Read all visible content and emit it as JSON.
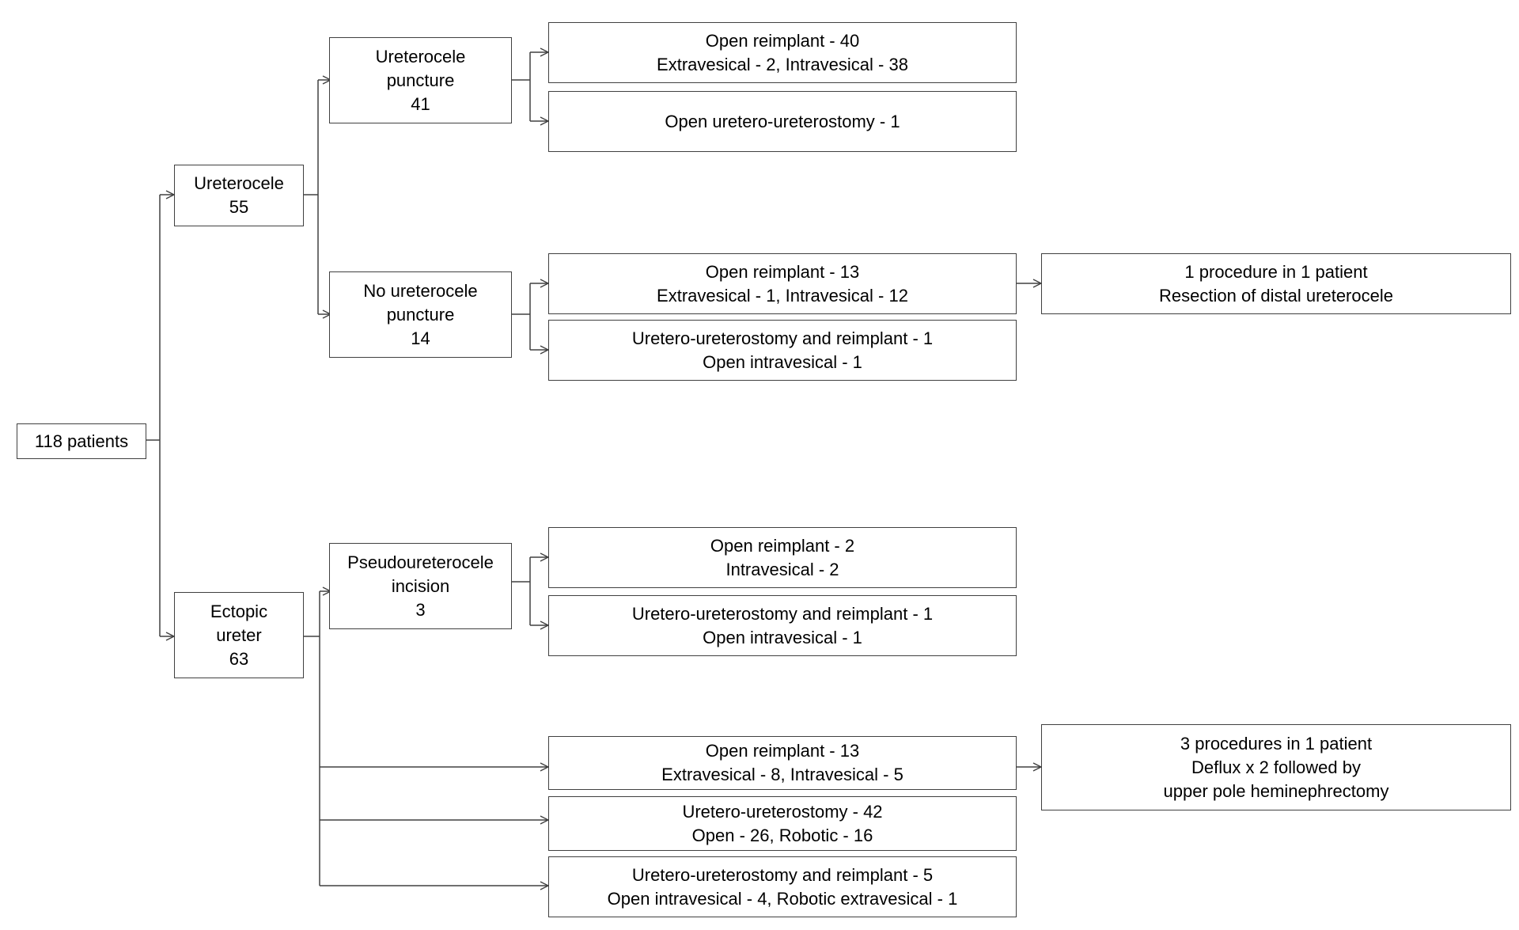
{
  "diagram": {
    "root": {
      "lines": [
        "118 patients"
      ]
    },
    "ureterocele": {
      "lines": [
        "Ureterocele",
        "55"
      ]
    },
    "ectopic": {
      "lines": [
        "Ectopic",
        "ureter",
        "63"
      ]
    },
    "puncture": {
      "lines": [
        "Ureterocele",
        "puncture",
        "41"
      ]
    },
    "no_puncture": {
      "lines": [
        "No ureterocele",
        "puncture",
        "14"
      ]
    },
    "pseudo": {
      "lines": [
        "Pseudoureterocele",
        "incision",
        "3"
      ]
    },
    "p_reimplant": {
      "lines": [
        "Open reimplant - 40",
        "Extravesical - 2, Intravesical - 38"
      ]
    },
    "p_uu": {
      "lines": [
        "Open uretero-ureterostomy - 1"
      ]
    },
    "np_reimplant": {
      "lines": [
        "Open reimplant - 13",
        "Extravesical - 1, Intravesical - 12"
      ]
    },
    "np_uu": {
      "lines": [
        "Uretero-ureterostomy and reimplant - 1",
        "Open intravesical - 1"
      ]
    },
    "np_followup": {
      "lines": [
        "1 procedure in 1 patient",
        "Resection of distal ureterocele"
      ]
    },
    "ps_reimplant": {
      "lines": [
        "Open reimplant - 2",
        "Intravesical - 2"
      ]
    },
    "ps_uu": {
      "lines": [
        "Uretero-ureterostomy and reimplant - 1",
        "Open intravesical - 1"
      ]
    },
    "e_reimplant": {
      "lines": [
        "Open reimplant - 13",
        "Extravesical - 8, Intravesical - 5"
      ]
    },
    "e_uu": {
      "lines": [
        "Uretero-ureterostomy - 42",
        "Open - 26, Robotic - 16"
      ]
    },
    "e_uur": {
      "lines": [
        "Uretero-ureterostomy and reimplant - 5",
        "Open intravesical - 4, Robotic extravesical - 1"
      ]
    },
    "e_followup": {
      "lines": [
        "3 procedures in 1 patient",
        "Deflux x 2 followed by",
        "upper pole heminephrectomy"
      ]
    }
  }
}
